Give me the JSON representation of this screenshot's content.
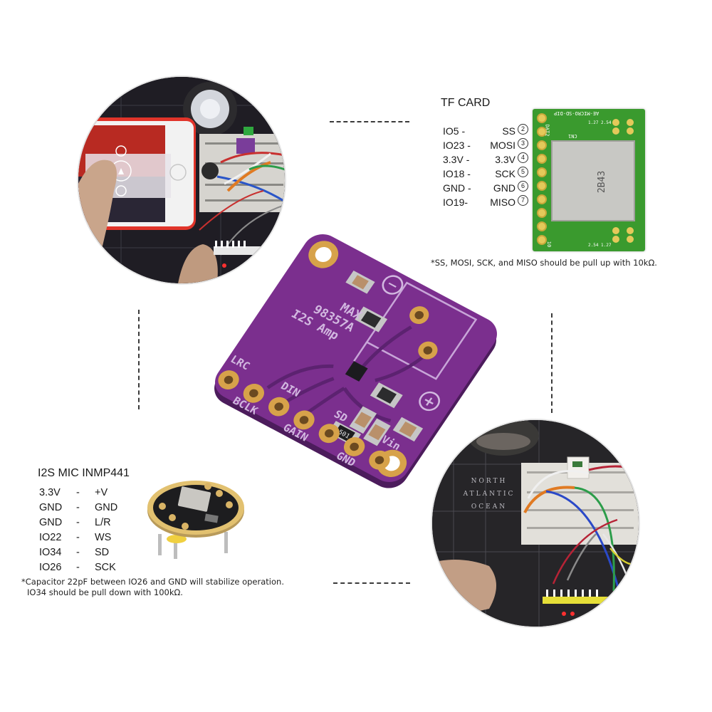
{
  "board": {
    "name": "MAX98357A I2S Amp",
    "silkscreen": {
      "line1": "MAX",
      "line2": "98357A",
      "line3": "I2S Amp",
      "minus_symbol": "−",
      "plus_symbol": "+",
      "resistor_code": "501"
    },
    "pins": [
      "LRC",
      "BCLK",
      "DIN",
      "GAIN",
      "SD",
      "GND",
      "Vin"
    ],
    "color": "#7b2f8e"
  },
  "tf_card": {
    "title": "TF CARD",
    "rows": [
      {
        "esp": "IO5 -",
        "card": "SS",
        "num": "2"
      },
      {
        "esp": "IO23 -",
        "card": "MOSI",
        "num": "3"
      },
      {
        "esp": "3.3V -",
        "card": "3.3V",
        "num": "4"
      },
      {
        "esp": "IO18 -",
        "card": "SCK",
        "num": "5"
      },
      {
        "esp": "GND -",
        "card": "GND",
        "num": "6"
      },
      {
        "esp": "IO19-",
        "card": "MISO",
        "num": "7"
      }
    ],
    "board_labels": {
      "top": "AE-MICRO-SD-DIP",
      "cn": "CN1",
      "slot": "2B43",
      "pin_top": "DAT2",
      "pin_bottom": "10",
      "hdr_top": "1.27 2.54",
      "hdr_bottom": "2.54 1.27"
    },
    "note": "*SS, MOSI, SCK, and MISO should be pull up with 10kΩ."
  },
  "mic": {
    "title": "I2S MIC INMP441",
    "rows": [
      {
        "esp": "3.3V",
        "sep": "-",
        "mic": "+V"
      },
      {
        "esp": "GND",
        "sep": "-",
        "mic": "GND"
      },
      {
        "esp": "GND",
        "sep": "-",
        "mic": "L/R"
      },
      {
        "esp": "IO22",
        "sep": "-",
        "mic": "WS"
      },
      {
        "esp": "IO34",
        "sep": "-",
        "mic": "SD"
      },
      {
        "esp": "IO26",
        "sep": "-",
        "mic": "SCK"
      }
    ],
    "note_line1": "*Capacitor 22pF between IO26 and GND will stabilize operation.",
    "note_line2": "IO34 should be pull down with 100kΩ."
  },
  "photos": {
    "top_left": "phone-controlling-breadboard-photo",
    "bottom_right": "breadboard-wiring-photo",
    "map_text": [
      "NORTH",
      "ATLANTIC",
      "OCEAN"
    ]
  },
  "colors": {
    "pcb_purple": "#7b2f8e",
    "pcb_dark": "#3f1850",
    "gold": "#d7a24a",
    "tf_green": "#3a9a2e",
    "text": "#1a1a1a"
  }
}
